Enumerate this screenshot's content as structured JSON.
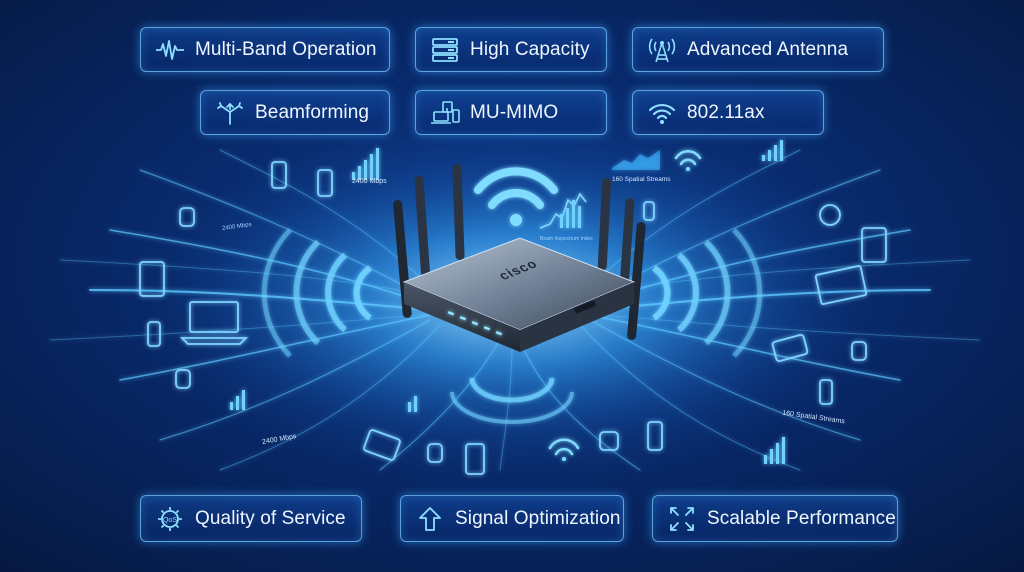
{
  "features": {
    "top_row": [
      {
        "label": "Multi-Band Operation",
        "icon": "waveform-icon"
      },
      {
        "label": "High Capacity",
        "icon": "server-stack-icon"
      },
      {
        "label": "Advanced Antenna",
        "icon": "antenna-tower-icon"
      }
    ],
    "second_row": [
      {
        "label": "Beamforming",
        "icon": "beam-arrows-icon"
      },
      {
        "label": "MU-MIMO",
        "icon": "multi-device-icon"
      },
      {
        "label": "802.11ax",
        "icon": "wifi-icon"
      }
    ],
    "bottom_row": [
      {
        "label": "Quality of Service",
        "icon": "qos-gear-icon"
      },
      {
        "label": "Signal Optimization",
        "icon": "up-arrow-icon"
      },
      {
        "label": "Scalable Performance",
        "icon": "expand-arrows-icon"
      }
    ]
  },
  "router": {
    "brand": "cisco"
  },
  "annotations": {
    "speed_a": "2400 Mbps",
    "speed_b": "2400 Mbps",
    "speed_c": "2400 Mbps",
    "streams_a": "160 Spatial Streams",
    "streams_b": "160 Spatial Streams",
    "small_note": "Beam Inspectrum Index"
  },
  "colors": {
    "accent": "#3fb4ff",
    "glow": "#8fe0ff",
    "background": "#06163a"
  }
}
